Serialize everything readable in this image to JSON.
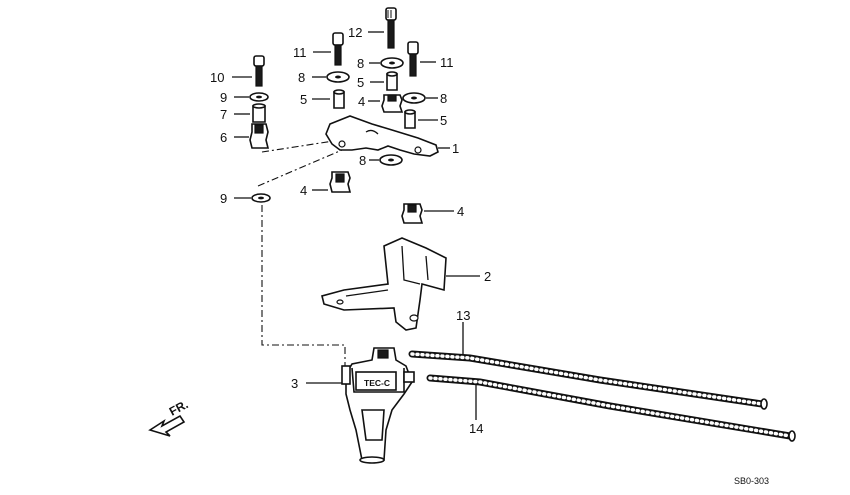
{
  "callouts": {
    "c1": "1",
    "c2": "2",
    "c3": "3",
    "c4a": "4",
    "c4b": "4",
    "c4c": "4",
    "c5a": "5",
    "c5b": "5",
    "c5c": "5",
    "c6": "6",
    "c7": "7",
    "c8a": "8",
    "c8b": "8",
    "c8c": "8",
    "c8d": "8",
    "c9a": "9",
    "c9b": "9",
    "c10": "10",
    "c11a": "11",
    "c11b": "11",
    "c12": "12",
    "c13": "13",
    "c14": "14"
  },
  "valve_label": "TEC-C",
  "direction_label": "FR.",
  "diagram_code": "SB0-303"
}
